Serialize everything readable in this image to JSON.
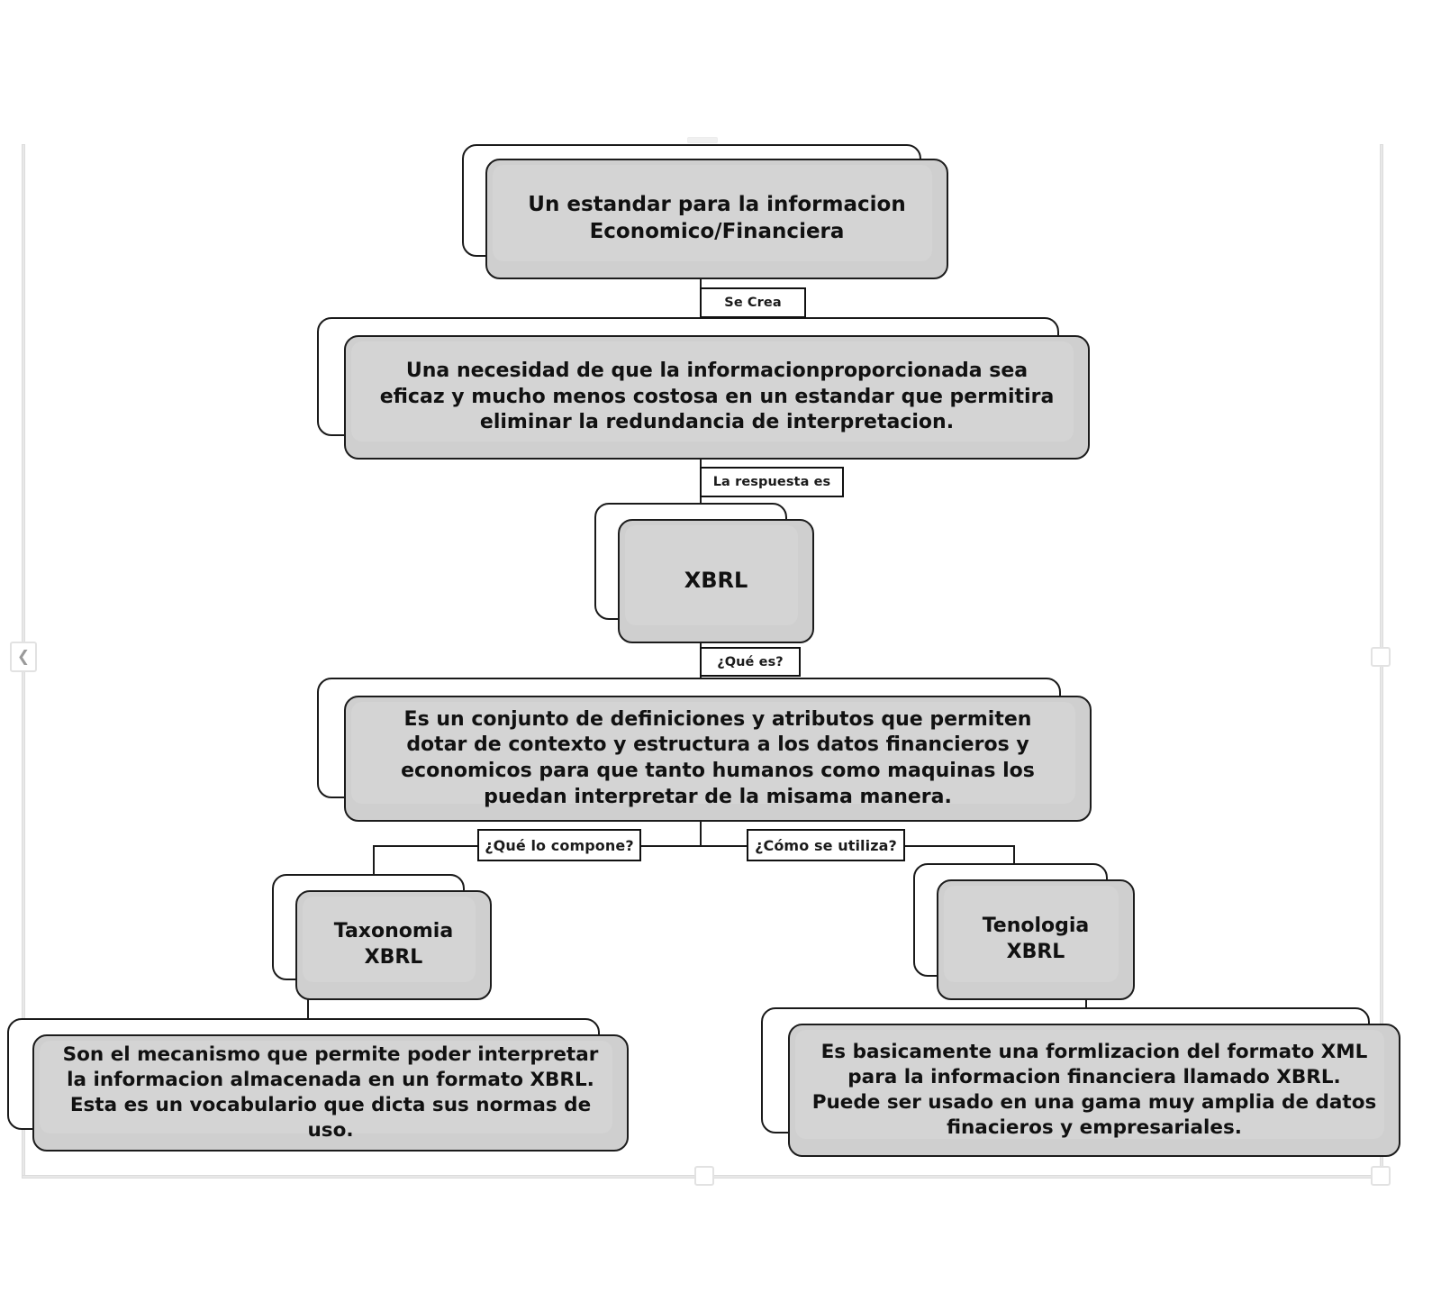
{
  "diagram": {
    "title": "Mapa conceptual XBRL",
    "accent_fill": "#cfcfcf",
    "stroke": "#1a1a1a",
    "background": "#ffffff",
    "nodes": [
      {
        "id": "estandar",
        "text": "Un estandar para la informacion\nEconomico/Financiera"
      },
      {
        "id": "necesidad",
        "text": "Una necesidad de que la informacionproporcionada sea eficaz y mucho menos costosa en un estandar que permitira eliminar la redundancia de interpretacion."
      },
      {
        "id": "xbrl",
        "text": "XBRL"
      },
      {
        "id": "definicion",
        "text": "Es un conjunto de definiciones y atributos que permiten dotar de contexto y estructura a los datos financieros y economicos para que tanto humanos como maquinas los puedan interpretar de la misama manera."
      },
      {
        "id": "taxonomia",
        "text": "Taxonomia XBRL"
      },
      {
        "id": "tenologia",
        "text": "Tenologia XBRL"
      },
      {
        "id": "taxonomia-detalle",
        "text": "Son el mecanismo que permite poder interpretar la informacion almacenada en un formato XBRL.\nEsta es un vocabulario que dicta sus normas de uso."
      },
      {
        "id": "tenologia-detalle",
        "text": "Es basicamente una formlizacion del formato XML para la informacion financiera llamado XBRL.\nPuede ser usado en una gama muy amplia de datos finacieros y empresariales."
      }
    ],
    "connector_labels": [
      {
        "id": "se-crea",
        "text": "Se Crea"
      },
      {
        "id": "la-respuesta-es",
        "text": "La respuesta es"
      },
      {
        "id": "que-es",
        "text": "¿Qué es?"
      },
      {
        "id": "que-lo-compone",
        "text": "¿Qué lo compone?"
      },
      {
        "id": "como-se-utiliza",
        "text": "¿Cómo se utiliza?"
      }
    ],
    "selection": {
      "collapse_handle_glyph": "❮"
    }
  }
}
